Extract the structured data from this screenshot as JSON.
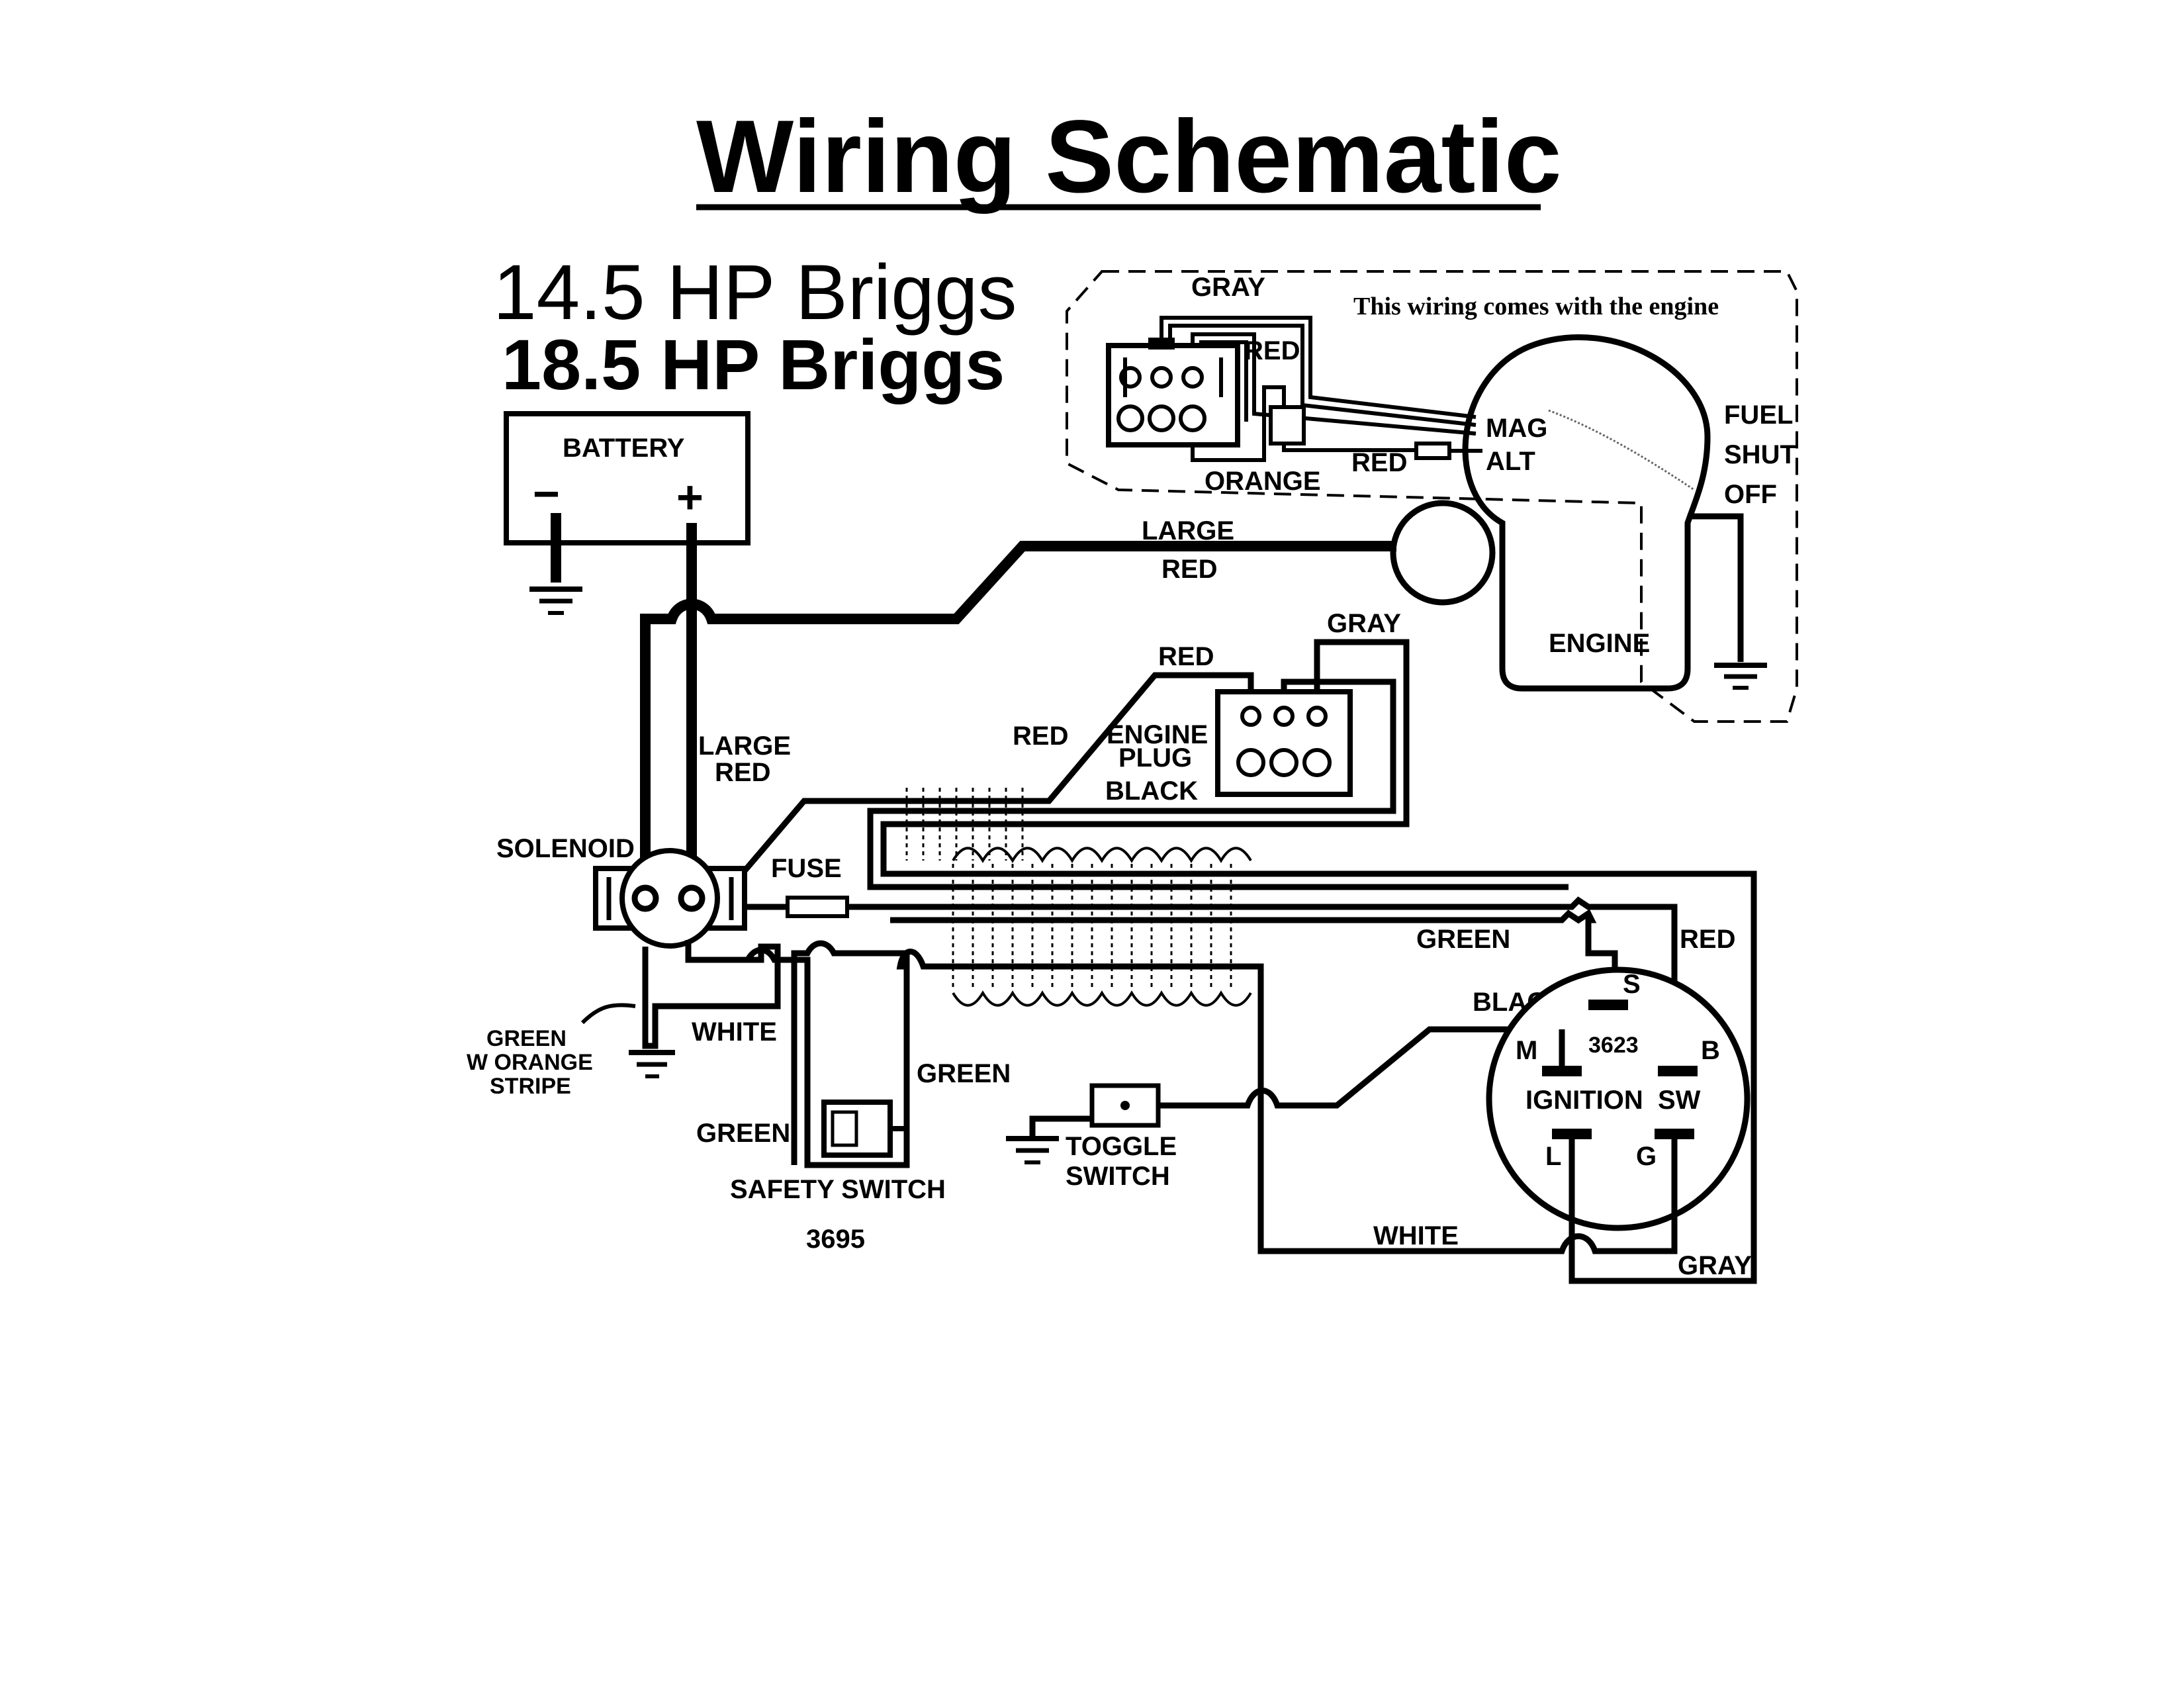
{
  "title": "Wiring Schematic",
  "subtitle_1": "14.5 HP Briggs",
  "subtitle_2": "18.5 HP Briggs",
  "engine_note": "This wiring comes with the engine",
  "components": {
    "battery": "BATTERY",
    "battery_neg": "−",
    "battery_pos": "+",
    "solenoid": "SOLENOID",
    "fuse": "FUSE",
    "engine": "ENGINE",
    "engine_plug_1": "ENGINE",
    "engine_plug_2": "PLUG",
    "mag": "MAG",
    "alt": "ALT",
    "fuel_1": "FUEL",
    "fuel_2": "SHUT",
    "fuel_3": "OFF",
    "toggle_1": "TOGGLE",
    "toggle_2": "SWITCH",
    "safety_switch": "SAFETY SWITCH",
    "safety_num": "3695",
    "ignition_1": "IGNITION",
    "ignition_2": "SW",
    "ignition_num": "3623",
    "term_s": "S",
    "term_m": "M",
    "term_b": "B",
    "term_l": "L",
    "term_g": "G"
  },
  "wire_labels": {
    "gray_top": "GRAY",
    "red_top": "RED",
    "orange": "ORANGE",
    "red_alt": "RED",
    "large_1": "LARGE",
    "red_1": "RED",
    "large_2": "LARGE",
    "red_2": "RED",
    "gray_plug": "GRAY",
    "red_plug": "RED",
    "red_diag": "RED",
    "black_plug": "BLACK",
    "green_ign": "GREEN",
    "red_ign": "RED",
    "black_ign": "BLACK",
    "white_sol": "WHITE",
    "green_gnd_1": "GREEN",
    "green_gnd_2": "W ORANGE",
    "green_gnd_3": "STRIPE",
    "green_safety_1": "GREEN",
    "green_safety_2": "GREEN",
    "white_bottom": "WHITE",
    "gray_bottom": "GRAY"
  }
}
